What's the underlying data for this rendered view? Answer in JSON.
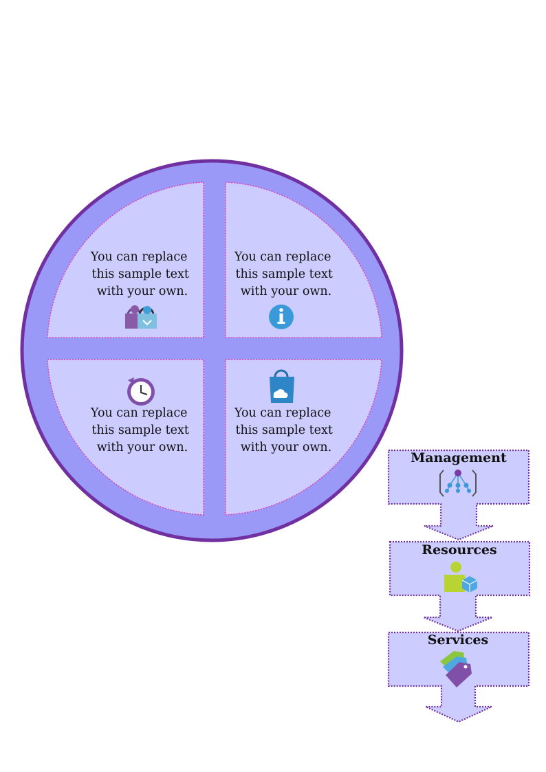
{
  "colors": {
    "circle_fill": "#9b99f8",
    "circle_stroke": "#7030a0",
    "quadrant_fill": "#ccccfe",
    "quadrant_border": "#e040b0",
    "arrow_fill": "#ccccfe",
    "arrow_border": "#7030a0"
  },
  "quadrants": [
    {
      "lines": [
        "You can replace",
        "this sample text",
        "with your own."
      ],
      "icon": "users-lock-icon"
    },
    {
      "lines": [
        "You can replace",
        "this sample text",
        "with your own."
      ],
      "icon": "info-icon"
    },
    {
      "lines": [
        "You can replace",
        "this sample text",
        "with your own."
      ],
      "icon": "clock-icon"
    },
    {
      "lines": [
        "You can replace",
        "this sample text",
        "with your own."
      ],
      "icon": "shopping-bag-cloud-icon"
    }
  ],
  "flow": [
    {
      "label": "Management",
      "icon": "management-groups-icon"
    },
    {
      "label": "Resources",
      "icon": "resource-user-icon"
    },
    {
      "label": "Services",
      "icon": "tags-icon"
    }
  ]
}
